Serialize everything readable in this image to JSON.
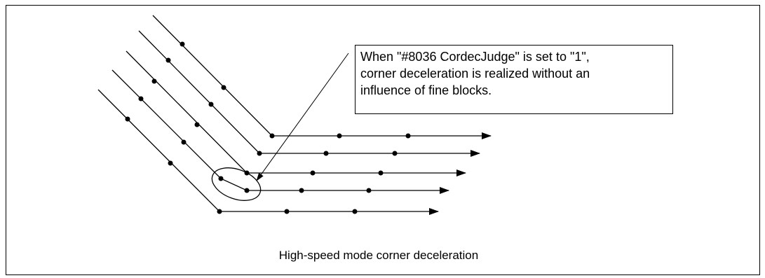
{
  "note": {
    "lines": [
      "When \"#8036 CordecJudge\" is set to \"1\",",
      "corner deceleration is realized without an",
      "influence of fine blocks."
    ]
  },
  "caption": "High-speed mode corner deceleration"
}
